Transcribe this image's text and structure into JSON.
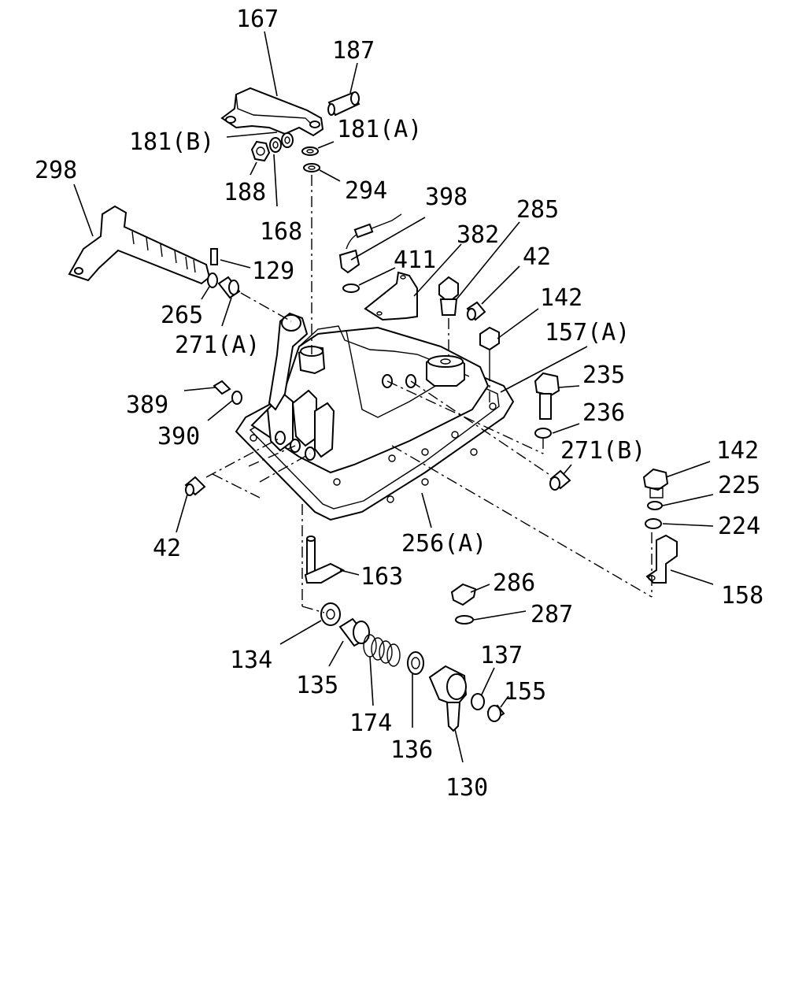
{
  "labels": {
    "l167": "167",
    "l187": "187",
    "l181b": "181(B)",
    "l181a": "181(A)",
    "l298": "298",
    "l188": "188",
    "l294": "294",
    "l398": "398",
    "l285": "285",
    "l168": "168",
    "l382": "382",
    "l411": "411",
    "l42a": "42",
    "l129": "129",
    "l142a": "142",
    "l265": "265",
    "l271a": "271(A)",
    "l157a": "157(A)",
    "l235": "235",
    "l389": "389",
    "l236": "236",
    "l390": "390",
    "l271b": "271(B)",
    "l142b": "142",
    "l225": "225",
    "l224": "224",
    "l42b": "42",
    "l256a": "256(A)",
    "l163": "163",
    "l158": "158",
    "l286": "286",
    "l287": "287",
    "l134": "134",
    "l137": "137",
    "l135": "135",
    "l155": "155",
    "l174": "174",
    "l136": "136",
    "l130": "130"
  }
}
